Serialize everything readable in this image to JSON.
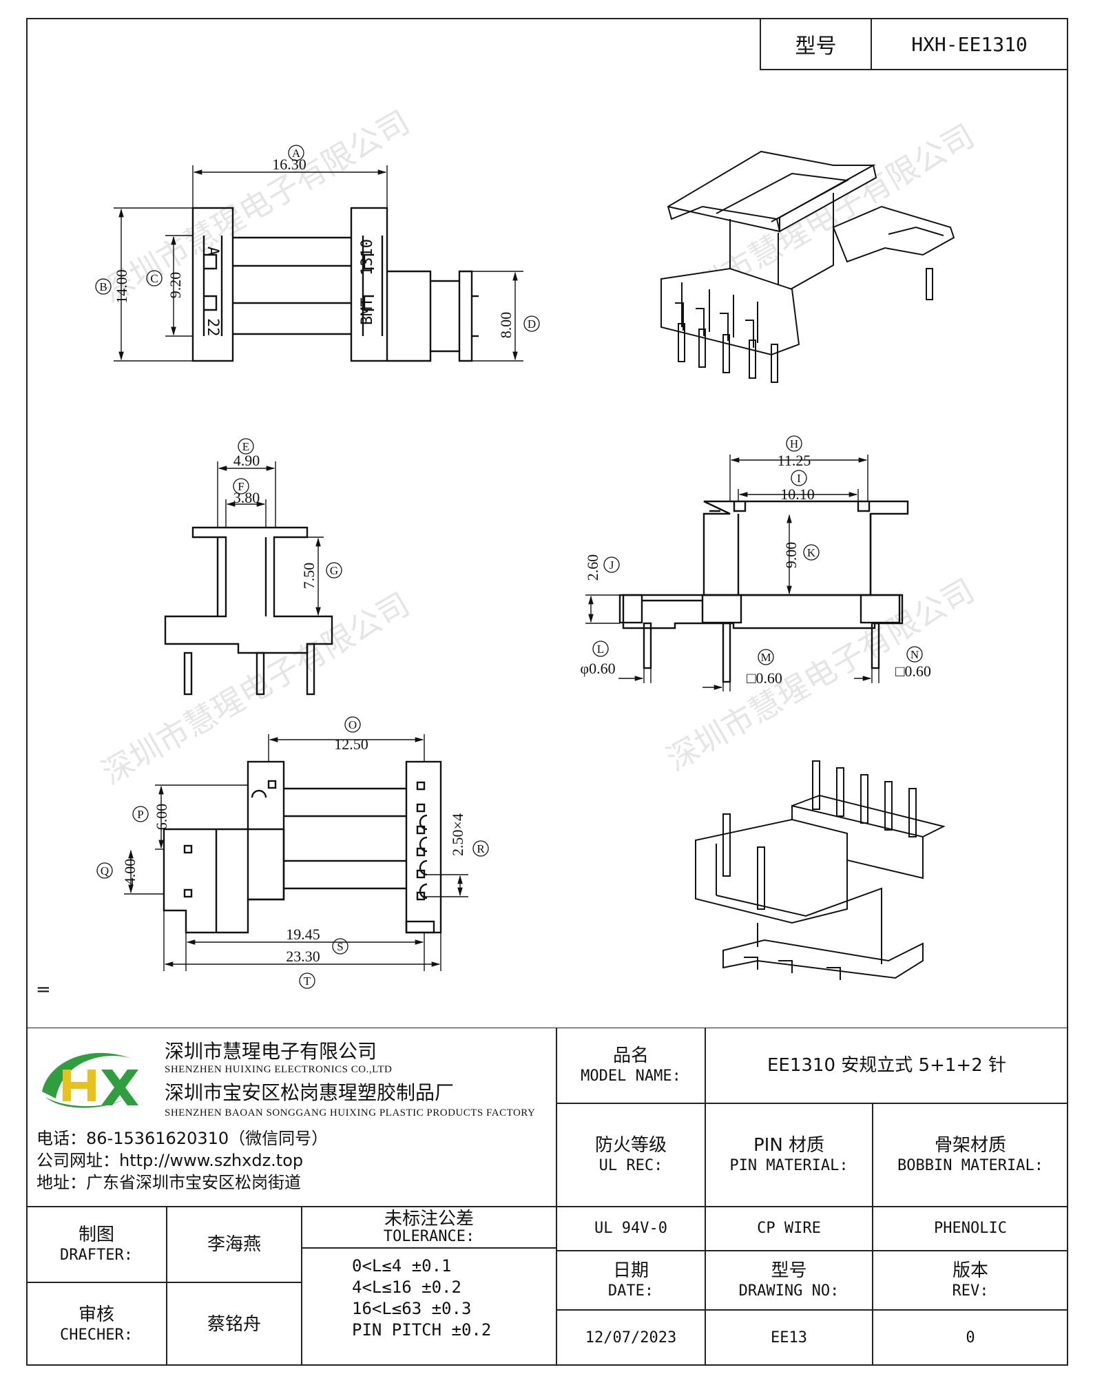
{
  "header": {
    "model_label": "型号",
    "model_value": "HXH-EE1310"
  },
  "watermark": "深圳市慧瑆电子有限公司",
  "drawing": {
    "dims": {
      "A": "16.30",
      "B": "14.00",
      "C": "9.20",
      "D": "8.00",
      "E": "4.90",
      "F": "3.80",
      "G": "7.50",
      "H": "11.25",
      "I": "10.10",
      "J": "2.60",
      "K": "9.00",
      "L": "φ0.60",
      "M": "□0.60",
      "N": "□0.60",
      "O": "12.50",
      "P": "6.00",
      "Q": "4.00",
      "R": "2.50×4",
      "S": "19.45",
      "T": "23.30"
    },
    "markings": {
      "a": "A",
      "n22": "22",
      "code": "1310",
      "brand": "BMT"
    },
    "stray_mark": "="
  },
  "company": {
    "name_cn": "深圳市慧瑆电子有限公司",
    "name_en": "SHENZHEN HUIXING ELECTRONICS CO.,LTD",
    "factory_cn": "深圳市宝安区松岗惠瑆塑胶制品厂",
    "factory_en": "SHENZHEN BAOAN SONGGANG HUIXING PLASTIC PRODUCTS FACTORY",
    "phone": "电话：86-15361620310（微信同号）",
    "website": "公司网址：http://www.szhxdz.top",
    "address": "地址：广东省深圳市宝安区松岗街道",
    "logo_letters": "HX",
    "colors": {
      "green": "#2e9e3e",
      "yellow": "#e8c21a"
    }
  },
  "title_block": {
    "model_name_cn": "品名",
    "model_name_en": "MODEL NAME:",
    "model_name_value": "EE1310 安规立式 5+1+2 针",
    "ul_cn": "防火等级",
    "ul_en": "UL REC:",
    "pin_cn": "PIN 材质",
    "pin_en": "PIN MATERIAL:",
    "bobbin_cn": "骨架材质",
    "bobbin_en": "BOBBIN MATERIAL:",
    "drafter_cn": "制图",
    "drafter_en": "DRAFTER:",
    "drafter_name": "李海燕",
    "checker_cn": "审核",
    "checker_en": "CHECHER:",
    "checker_name": "蔡铭舟",
    "tolerance_cn": "未标注公差",
    "tolerance_en": "TOLERANCE:",
    "tolerance_rows": [
      "0<L≤4  ±0.1",
      "4<L≤16 ±0.2",
      "16<L≤63 ±0.3",
      "PIN PITCH ±0.2"
    ],
    "ul_value": "UL 94V-0",
    "pin_value": "CP WIRE",
    "bobbin_value": "PHENOLIC",
    "date_cn": "日期",
    "date_en": "DATE:",
    "date_value": "12/07/2023",
    "drawing_no_cn": "型号",
    "drawing_no_en": "DRAWING NO:",
    "drawing_no_value": "EE13",
    "rev_cn": "版本",
    "rev_en": "REV:",
    "rev_value": "0"
  }
}
